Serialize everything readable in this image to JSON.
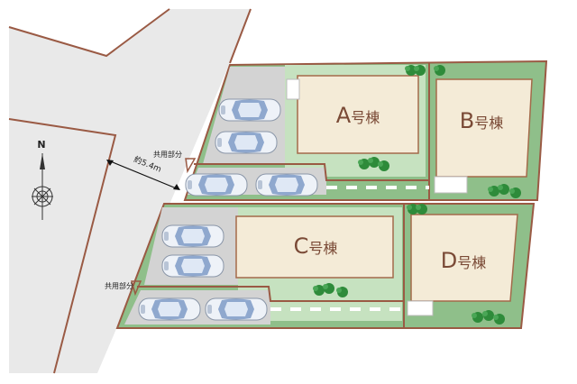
{
  "colors": {
    "border": "#9a5a44",
    "garden": "#8fbf8a",
    "garden_light": "#c6e2c0",
    "house": "#f4ebd7",
    "parking": "#d3d3d3",
    "road": "#e9e9e9",
    "tree": "#2f8a3a",
    "car": "#cfd8e6"
  },
  "compass": {
    "label": "N"
  },
  "road": {
    "width_label": "約5.4m"
  },
  "shared": [
    {
      "label": "共用部分"
    },
    {
      "label": "共用部分"
    }
  ],
  "buildings": [
    {
      "id": "A",
      "letter": "A",
      "suffix": "号棟"
    },
    {
      "id": "B",
      "letter": "B",
      "suffix": "号棟"
    },
    {
      "id": "C",
      "letter": "C",
      "suffix": "号棟"
    },
    {
      "id": "D",
      "letter": "D",
      "suffix": "号棟"
    }
  ]
}
